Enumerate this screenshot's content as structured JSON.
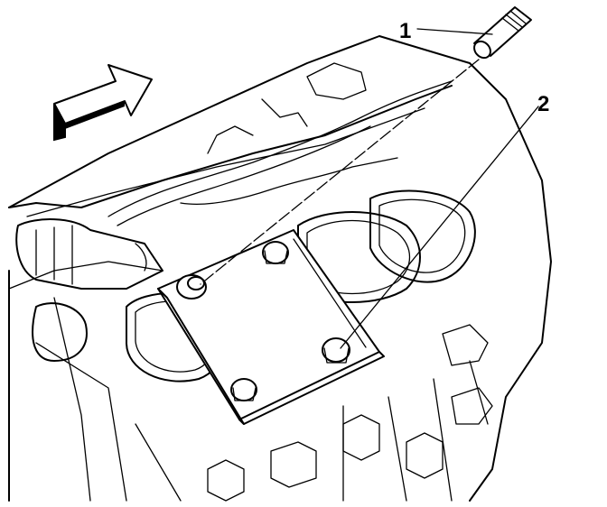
{
  "diagram": {
    "callouts": [
      {
        "number": "1",
        "part": "dowel-pin"
      },
      {
        "number": "2",
        "part": "bolt"
      }
    ],
    "colors": {
      "ink": "#000000",
      "paper": "#ffffff"
    }
  }
}
